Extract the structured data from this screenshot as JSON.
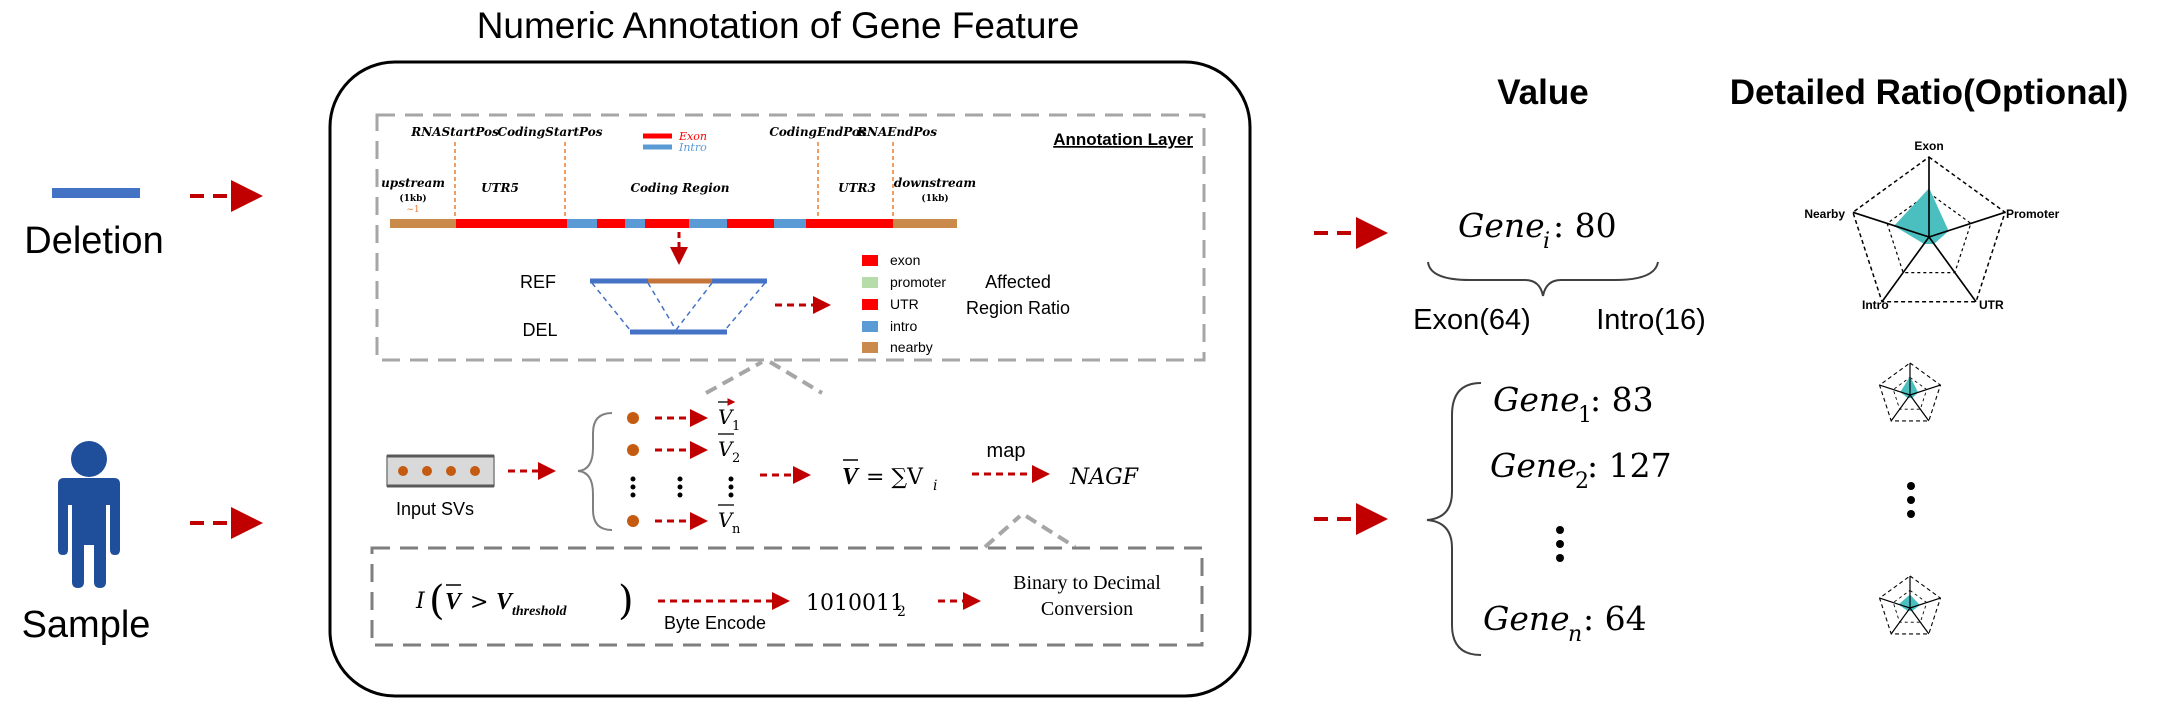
{
  "title": "Numeric Annotation of Gene Feature",
  "left": {
    "deletion_label": "Deletion",
    "sample_label": "Sample"
  },
  "annotation_layer": {
    "label": "Annotation Layer",
    "positions": {
      "rna_start": "RNAStartPos",
      "coding_start": "CodingStartPos",
      "coding_end": "CodingEndPos",
      "rna_end": "RNAEndPos"
    },
    "regions": {
      "upstream": "upstream",
      "upstream_sub": "(1kb)",
      "upstream_mark": "~1",
      "utr5": "UTR5",
      "coding": "Coding Region",
      "utr3": "UTR3",
      "downstream": "downstream",
      "downstream_sub": "(1kb)"
    },
    "mini_legend": {
      "exon": "Exon",
      "intro": "Intro"
    },
    "ref_label": "REF",
    "del_label": "DEL",
    "legend": [
      {
        "label": "exon",
        "color": "#ff0000"
      },
      {
        "label": "promoter",
        "color": "#b6dcaa"
      },
      {
        "label": "UTR",
        "color": "#ff0000"
      },
      {
        "label": "intro",
        "color": "#5b9bd5"
      },
      {
        "label": "nearby",
        "color": "#c98a4b"
      }
    ],
    "affected_line1": "Affected",
    "affected_line2": "Region Ratio"
  },
  "pipeline": {
    "input_label": "Input SVs",
    "vectors": {
      "v": "V",
      "sub1": "1",
      "sub2": "2",
      "subn": "n"
    },
    "sum_prefix": "= ∑V",
    "sum_sub": "i",
    "map_label": "map",
    "nagf": "NAGF",
    "indicator": "I(V > V",
    "threshold_sub": "threshold",
    "byte_encode": "Byte Encode",
    "binary": "1010011",
    "binary_sub": "2",
    "conversion_line1": "Binary to Decimal",
    "conversion_line2": "Conversion"
  },
  "value": {
    "header": "Value",
    "gene_i_name": "Gene",
    "gene_i_sub": "i",
    "gene_i_value": ": 80",
    "exon_part": "Exon(64)",
    "intro_part": "Intro(16)",
    "genes": [
      {
        "name": "Gene",
        "sub": "1",
        "value": ": 83"
      },
      {
        "name": "Gene",
        "sub": "2",
        "value": ": 127"
      },
      {
        "name": "Gene",
        "sub": "n",
        "value": ": 64"
      }
    ]
  },
  "ratio": {
    "header": "Detailed Ratio(Optional)",
    "axes": [
      "Exon",
      "Promoter",
      "UTR",
      "Intro",
      "Nearby"
    ],
    "fill_color": "#4bbfbf",
    "radar_values": [
      [
        0.6,
        0.25,
        0.1,
        0.1,
        0.45
      ],
      [
        0.55,
        0.25,
        0.1,
        0.1,
        0.3
      ],
      [
        0.4,
        0.3,
        0.1,
        0.1,
        0.35
      ]
    ]
  }
}
